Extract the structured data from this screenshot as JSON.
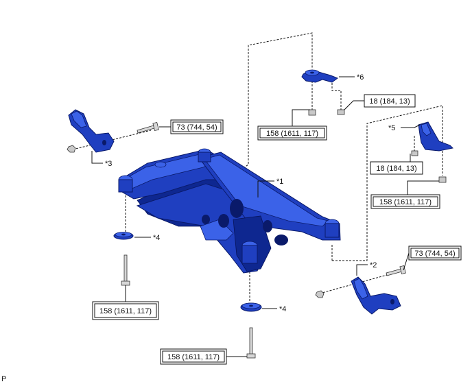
{
  "torque_labels": {
    "t1": "73 (744, 54)",
    "t2": "158 (1611, 117)",
    "t3": "18 (184, 13)",
    "t4": "18 (184, 13)",
    "t5": "158 (1611, 117)",
    "t6": "73 (744, 54)",
    "t7": "158 (1611, 117)",
    "t8": "158 (1611, 117)"
  },
  "callouts": {
    "c1": "*1",
    "c2": "*2",
    "c3": "*3",
    "c4a": "*4",
    "c4b": "*4",
    "c5": "*5",
    "c6": "*6"
  },
  "corner_code": "P",
  "colors": {
    "part_blue": "#1f3fc0",
    "part_highlight": "#3b62e8",
    "line": "#111111"
  }
}
